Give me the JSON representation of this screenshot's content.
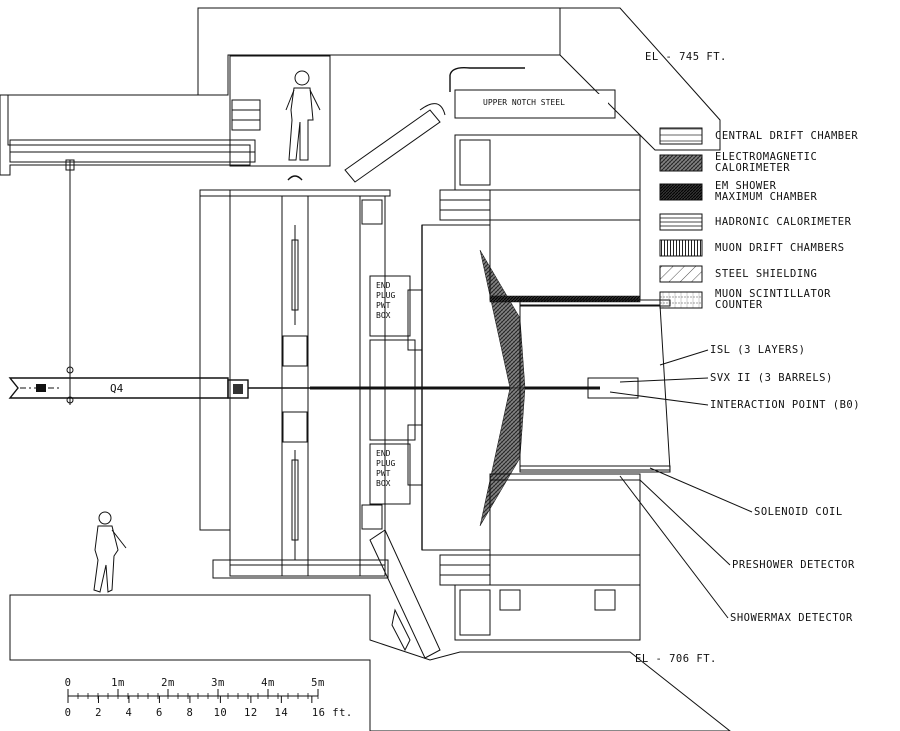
{
  "elevations": {
    "top": "EL - 745 FT.",
    "bottom": "EL - 706 FT."
  },
  "steel_label": "UPPER NOTCH STEEL",
  "beam_element": "Q4",
  "plug_box_top": [
    "END",
    "PLUG",
    "PWT",
    "BOX"
  ],
  "plug_box_bottom": [
    "END",
    "PLUG",
    "PWT",
    "BOX"
  ],
  "legend": [
    {
      "lines": [
        "CENTRAL DRIFT CHAMBER"
      ],
      "pattern": "cdc"
    },
    {
      "lines": [
        "ELECTROMAGNETIC",
        "CALORIMETER"
      ],
      "pattern": "em"
    },
    {
      "lines": [
        "EM SHOWER",
        "MAXIMUM CHAMBER"
      ],
      "pattern": "ces"
    },
    {
      "lines": [
        "HADRONIC CALORIMETER"
      ],
      "pattern": "had"
    },
    {
      "lines": [
        "MUON DRIFT CHAMBERS"
      ],
      "pattern": "muon"
    },
    {
      "lines": [
        "STEEL SHIELDING"
      ],
      "pattern": "steel"
    },
    {
      "lines": [
        "MUON SCINTILLATOR",
        "COUNTER"
      ],
      "pattern": "scint"
    }
  ],
  "callouts": [
    {
      "key": "isl",
      "text": "ISL (3 LAYERS)"
    },
    {
      "key": "svx",
      "text": "SVX II (3 BARRELS)"
    },
    {
      "key": "ip",
      "text": "INTERACTION POINT (B0)"
    },
    {
      "key": "solenoid",
      "text": "SOLENOID COIL"
    },
    {
      "key": "preshower",
      "text": "PRESHOWER DETECTOR"
    },
    {
      "key": "showermax",
      "text": "SHOWERMAX DETECTOR"
    }
  ],
  "scale": {
    "meters": [
      "0",
      "1m",
      "2m",
      "3m",
      "4m",
      "5m"
    ],
    "feet": [
      "0",
      "2",
      "4",
      "6",
      "8",
      "10",
      "12",
      "14",
      "16 ft."
    ]
  },
  "colors": {
    "ink": "#111111",
    "paper": "#ffffff"
  }
}
